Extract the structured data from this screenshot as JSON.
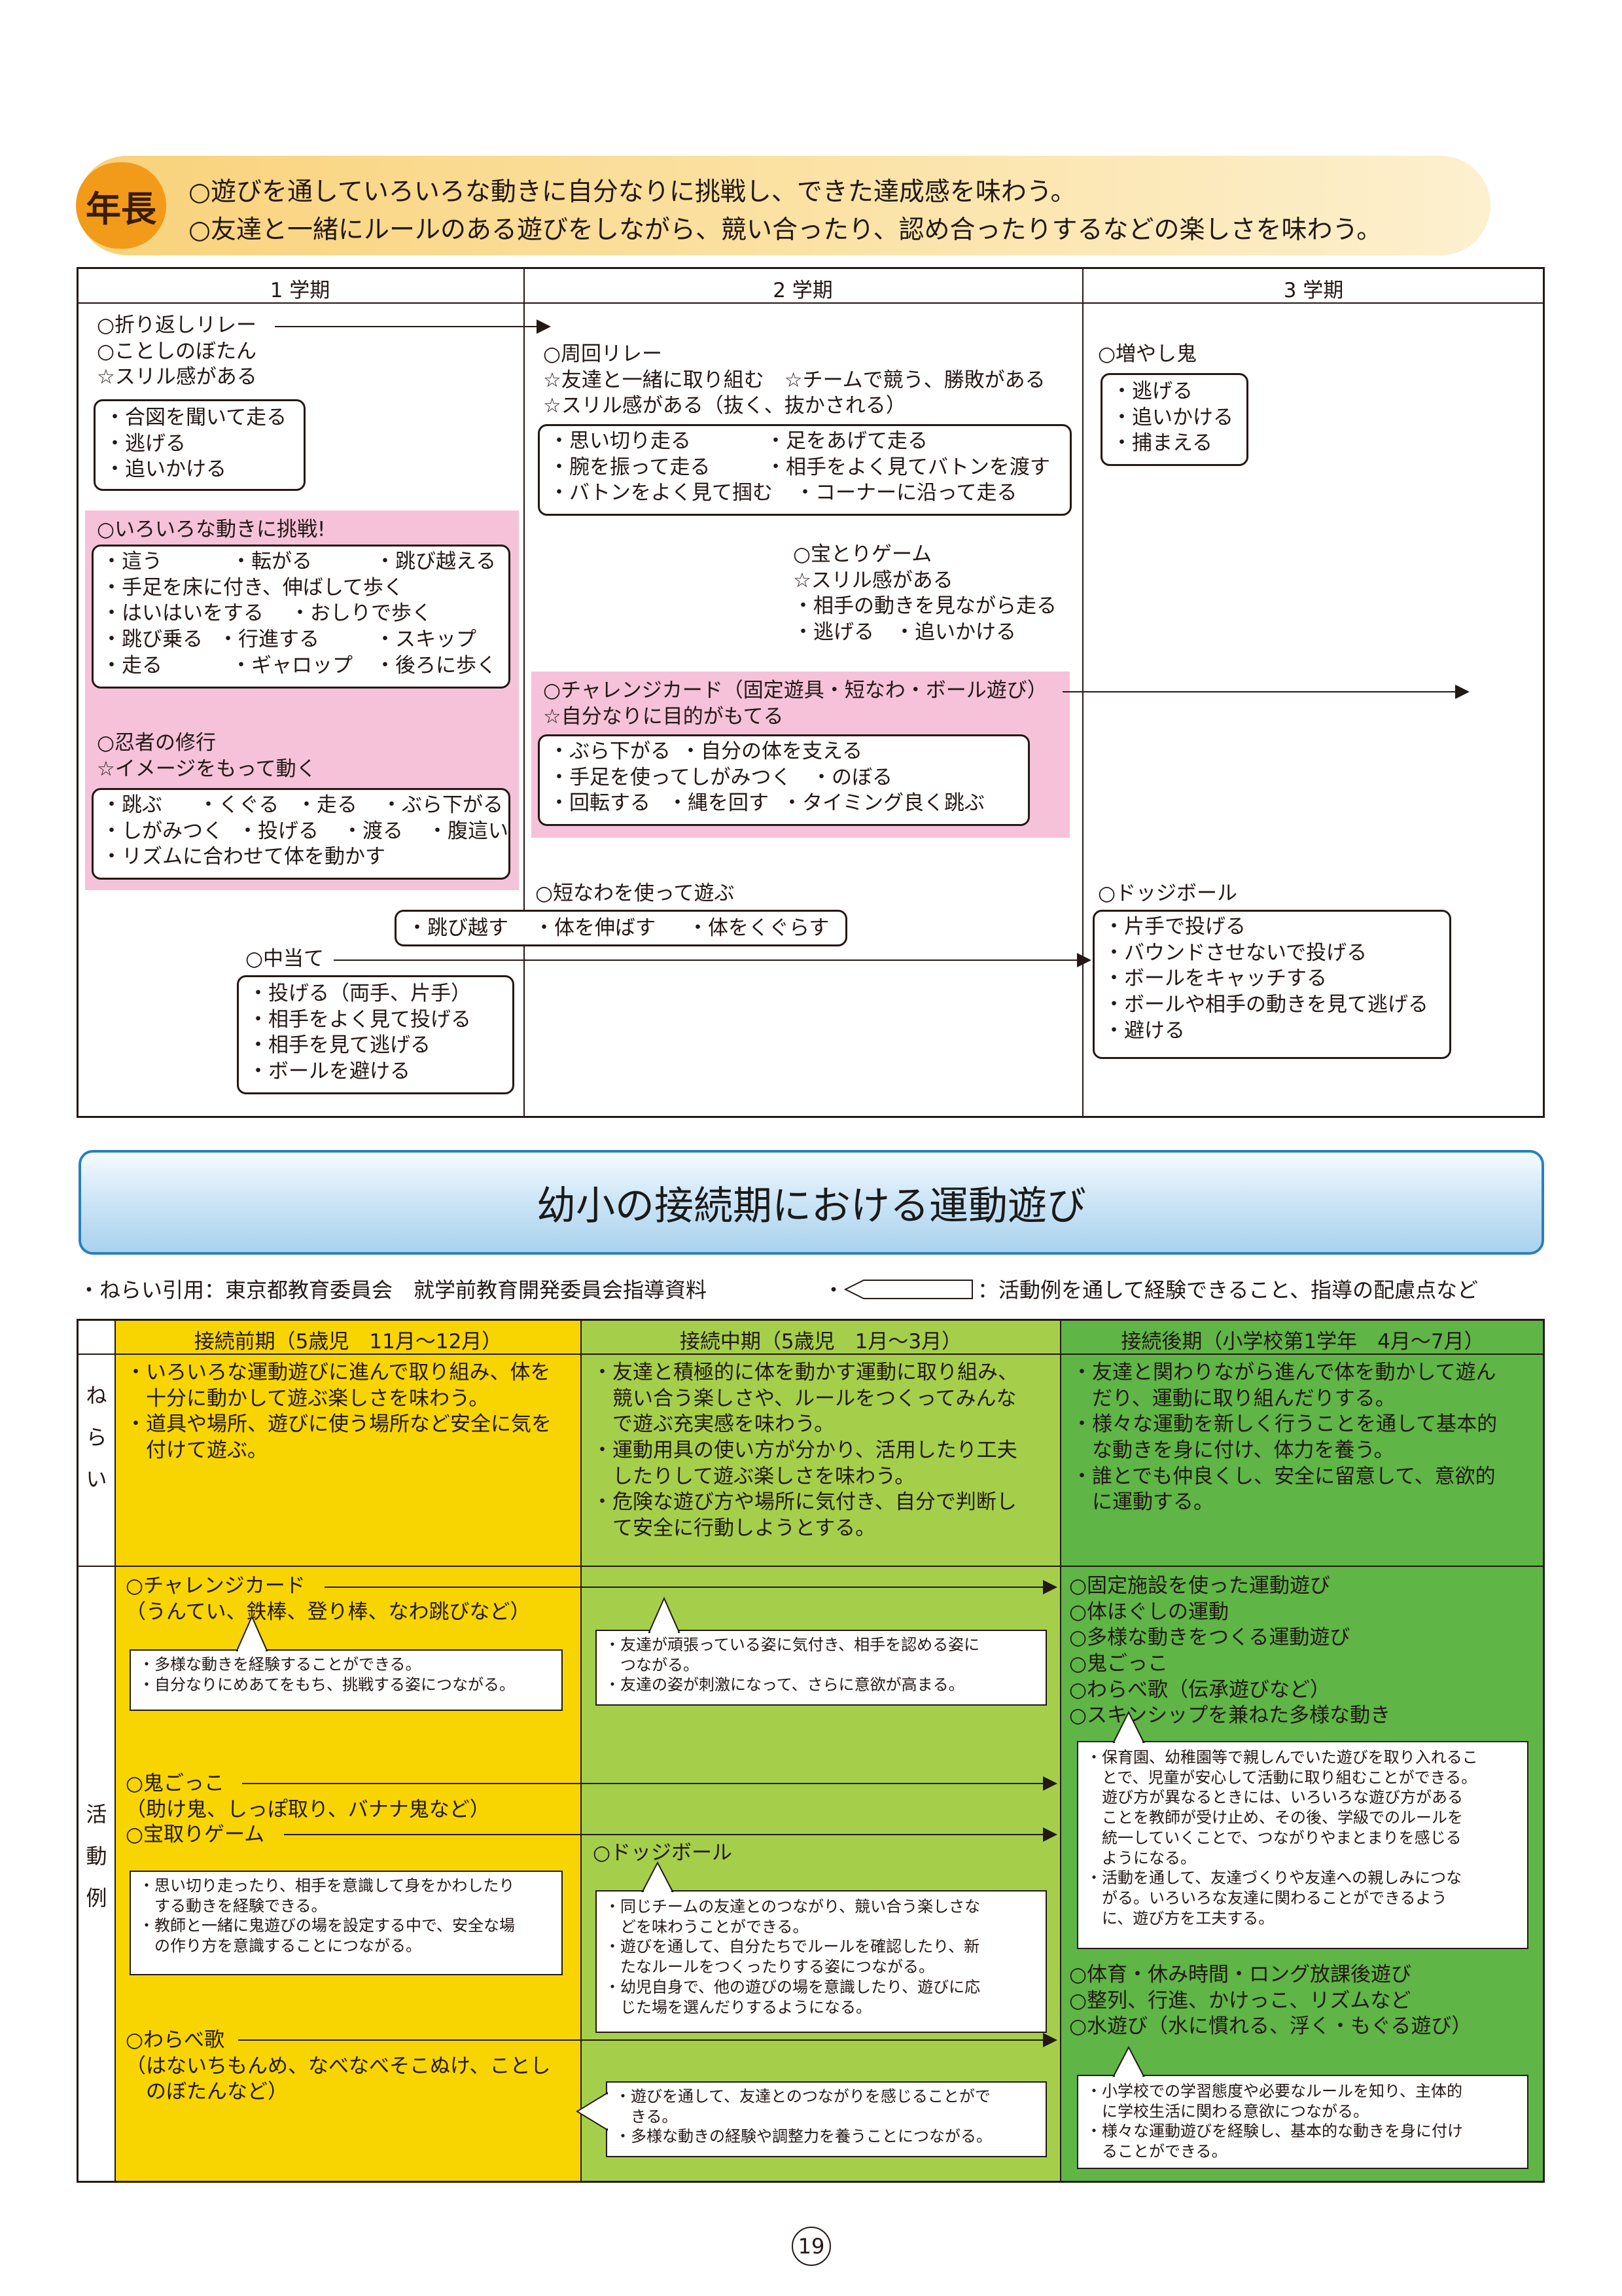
{
  "banner": {
    "badge": "年長",
    "goal1": "○遊びを通していろいろな動きに自分なりに挑戦し、できた達成感を味わう。",
    "goal2": "○友達と一緒にルールのある遊びをしながら、競い合ったり、認め合ったりするなどの楽しさを味わう。"
  },
  "term_table": {
    "headers": [
      "1 学期",
      "2 学期",
      "3 学期"
    ],
    "col1": {
      "relay_lines": [
        "○折り返しリレー",
        "○ことしのぼたん",
        "☆スリル感がある"
      ],
      "relay_box": [
        "・合図を聞いて走る",
        "・逃げる",
        "・追いかける"
      ],
      "challenge_title": "○いろいろな動きに挑戦!",
      "challenge_box": [
        [
          "・這う",
          "・転がる",
          "・跳び越える"
        ],
        [
          "・手足を床に付き、伸ばして歩く"
        ],
        [
          "・はいはいをする",
          "・おしりで歩く"
        ],
        [
          "・跳び乗る",
          "・行進する",
          "・スキップ"
        ],
        [
          "・走る",
          "・ギャロップ",
          "・後ろに歩く"
        ]
      ],
      "ninja_lines": [
        "○忍者の修行",
        "☆イメージをもって動く"
      ],
      "ninja_box": [
        [
          "・跳ぶ",
          "・くぐる",
          "・走る",
          "・ぶら下がる"
        ],
        [
          "・しがみつく",
          "・投げる",
          "・渡る",
          "・腹這い"
        ],
        [
          "・リズムに合わせて体を動かす"
        ]
      ],
      "nakaate_title": "○中当て",
      "nakaate_box": [
        "・投げる（両手、片手）",
        "・相手をよく見て投げる",
        "・相手を見て逃げる",
        "・ボールを避ける"
      ]
    },
    "col2": {
      "relay_lines": [
        "○周回リレー",
        "☆友達と一緒に取り組む　☆チームで競う、勝敗がある",
        "☆スリル感がある（抜く、抜かされる）"
      ],
      "relay_box": [
        [
          "・思い切り走る",
          "・足をあげて走る"
        ],
        [
          "・腕を振って走る",
          "・相手をよく見てバトンを渡す"
        ],
        [
          "・バトンをよく見て掴む",
          "・コーナーに沿って走る"
        ]
      ],
      "treasure_lines": [
        "○宝とりゲーム",
        "☆スリル感がある",
        "・相手の動きを見ながら走る",
        "・逃げる　・追いかける"
      ],
      "card_lines": [
        "○チャレンジカード（固定遊具・短なわ・ボール遊び）",
        "☆自分なりに目的がもてる"
      ],
      "card_box": [
        [
          "・ぶら下がる",
          "・自分の体を支える"
        ],
        [
          "・手足を使ってしがみつく",
          "・のぼる"
        ],
        [
          "・回転する",
          "・縄を回す",
          "・タイミング良く跳ぶ"
        ]
      ],
      "rope_title": "○短なわを使って遊ぶ",
      "rope_box": [
        "・跳び越す",
        "・体を伸ばす",
        "・体をくぐらす"
      ]
    },
    "col3": {
      "oni_title": "○増やし鬼",
      "oni_box": [
        "・逃げる",
        "・追いかける",
        "・捕まえる"
      ],
      "dodge_title": "○ドッジボール",
      "dodge_box": [
        "・片手で投げる",
        "・バウンドさせないで投げる",
        "・ボールをキャッチする",
        "・ボールや相手の動きを見て逃げる",
        "・避ける"
      ]
    }
  },
  "section_title": "幼小の接続期における運動遊び",
  "note": {
    "left": "・ねらい引用：東京都教育委員会　就学前教育開発委員会指導資料",
    "bullet": "・",
    "right": "：活動例を通して経験できること、指導の配慮点など"
  },
  "connect_table": {
    "headers": [
      "接続前期（5歳児　11月〜12月）",
      "接続中期（5歳児　1月〜3月）",
      "接続後期（小学校第1学年　4月〜7月）"
    ],
    "row_labels": {
      "aim": [
        "ね",
        "ら",
        "い"
      ],
      "activity": [
        "活",
        "動",
        "例"
      ]
    },
    "aims": [
      [
        "・いろいろな運動遊びに進んで取り組み、体を",
        "　十分に動かして遊ぶ楽しさを味わう。",
        "・道具や場所、遊びに使う場所など安全に気を",
        "　付けて遊ぶ。"
      ],
      [
        "・友達と積極的に体を動かす運動に取り組み、",
        "　競い合う楽しさや、ルールをつくってみんな",
        "　で遊ぶ充実感を味わう。",
        "・運動用具の使い方が分かり、活用したり工夫",
        "　したりして遊ぶ楽しさを味わう。",
        "・危険な遊び方や場所に気付き、自分で判断し",
        "　て安全に行動しようとする。"
      ],
      [
        "・友達と関わりながら進んで体を動かして遊ん",
        "　だり、運動に取り組んだりする。",
        "・様々な運動を新しく行うことを通して基本的",
        "　な動きを身に付け、体力を養う。",
        "・誰とでも仲良くし、安全に留意して、意欲的",
        "　に運動する。"
      ]
    ],
    "early": {
      "card": [
        "○チャレンジカード",
        "（うんてい、鉄棒、登り棒、なわ跳びなど）"
      ],
      "card_box": [
        "・多様な動きを経験することができる。",
        "・自分なりにめあてをもち、挑戦する姿につながる。"
      ],
      "oni": [
        "○鬼ごっこ",
        "（助け鬼、しっぽ取り、バナナ鬼など）"
      ],
      "treasure": "○宝取りゲーム",
      "treasure_box": [
        "・思い切り走ったり、相手を意識して身をかわしたり",
        "　する動きを経験できる。",
        "・教師と一緒に鬼遊びの場を設定する中で、安全な場",
        "　の作り方を意識することにつながる。"
      ],
      "warabe": [
        "○わらべ歌",
        "（はないちもんめ、なべなべそこぬけ、ことし",
        "　のぼたんなど）"
      ]
    },
    "middle": {
      "card_box": [
        "・友達が頑張っている姿に気付き、相手を認める姿に",
        "　つながる。",
        "・友達の姿が刺激になって、さらに意欲が高まる。"
      ],
      "dodge": "○ドッジボール",
      "dodge_box": [
        "・同じチームの友達とのつながり、競い合う楽しさな",
        "　どを味わうことができる。",
        "・遊びを通して、自分たちでルールを確認したり、新",
        "　たなルールをつくったりする姿につながる。",
        "・幼児自身で、他の遊びの場を意識したり、遊びに応",
        "　じた場を選んだりするようになる。"
      ],
      "warabe_box": [
        "・遊びを通して、友達とのつながりを感じることがで",
        "　きる。",
        "・多様な動きの経験や調整力を養うことにつながる。"
      ]
    },
    "late": {
      "list1": [
        "○固定施設を使った運動遊び",
        "○体ほぐしの運動",
        "○多様な動きをつくる運動遊び",
        "○鬼ごっこ",
        "○わらべ歌（伝承遊びなど）",
        "○スキンシップを兼ねた多様な動き"
      ],
      "box1": [
        "・保育園、幼稚園等で親しんでいた遊びを取り入れるこ",
        "　とで、児童が安心して活動に取り組むことができる。",
        "　遊び方が異なるときには、いろいろな遊び方がある",
        "　ことを教師が受け止め、その後、学級でのルールを",
        "　統一していくことで、つながりやまとまりを感じる",
        "　ようになる。",
        "・活動を通して、友達づくりや友達への親しみにつな",
        "　がる。いろいろな友達に関わることができるよう",
        "　に、遊び方を工夫する。"
      ],
      "list2": [
        "○体育・休み時間・ロング放課後遊び",
        "○整列、行進、かけっこ、リズムなど",
        "○水遊び（水に慣れる、浮く・もぐる遊び）"
      ],
      "box2": [
        "・小学校での学習態度や必要なルールを知り、主体的",
        "　に学校生活に関わる意欲につながる。",
        "・様々な運動遊びを経験し、基本的な動きを身に付け",
        "　ることができる。"
      ]
    }
  },
  "page_number": "19"
}
